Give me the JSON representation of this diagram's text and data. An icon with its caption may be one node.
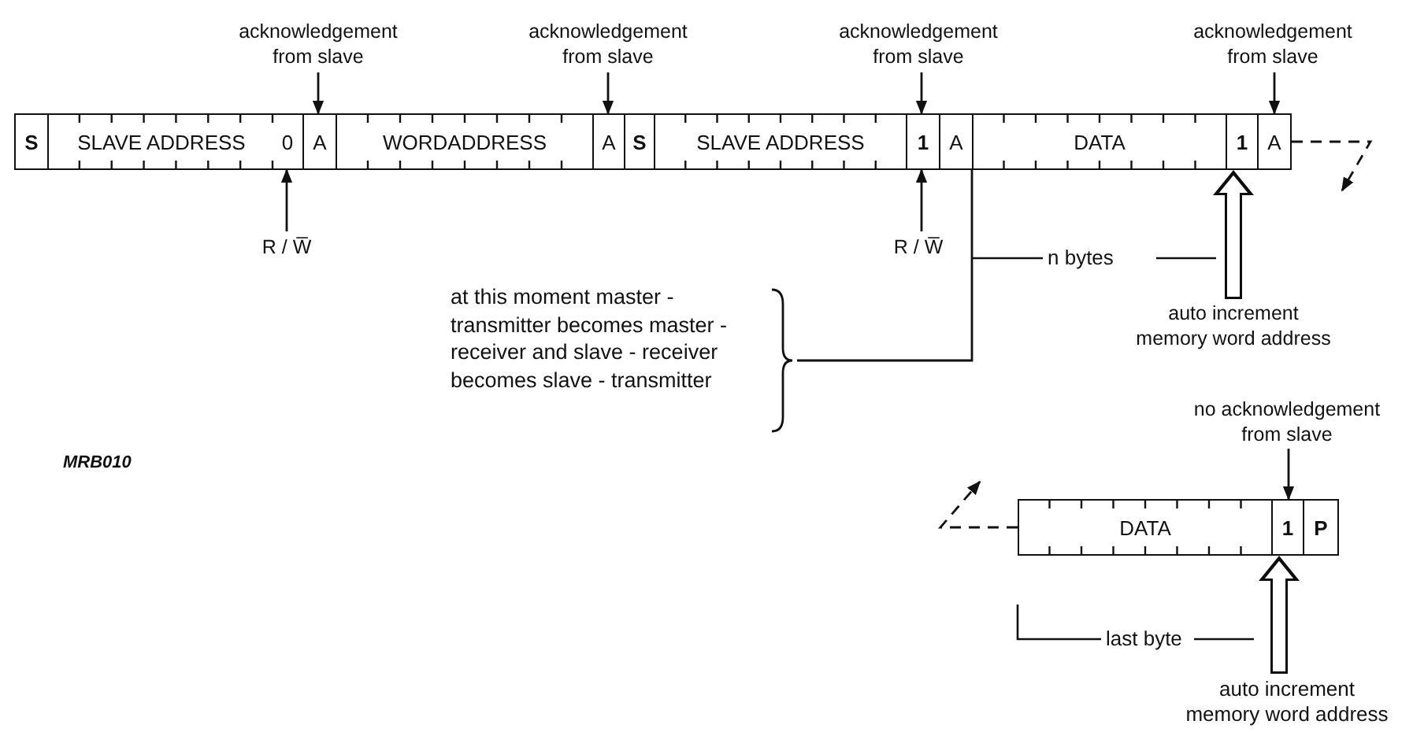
{
  "diagram": {
    "nodes": [
      {
        "text": [
          "acknowledgement from slave"
        ]
      },
      {
        "text": [
          "acknowledgement from slave"
        ]
      },
      {
        "text": [
          "acknowledgement from slave"
        ]
      },
      {
        "text": [
          "acknowledgement from slave"
        ]
      },
      {
        "text": [
          "S"
        ]
      },
      {
        "text": [
          "SLAVE ADDRESS"
        ]
      },
      {
        "text": [
          "0"
        ]
      },
      {
        "text": [
          "A"
        ]
      },
      {
        "text": [
          "WORDADDRESS"
        ]
      },
      {
        "text": [
          "A"
        ]
      },
      {
        "text": [
          "S"
        ]
      },
      {
        "text": [
          "SLAVE ADDRESS"
        ]
      },
      {
        "text": [
          "1"
        ]
      },
      {
        "text": [
          "A"
        ]
      },
      {
        "text": [
          "DATA"
        ]
      },
      {
        "text": [
          "1"
        ]
      },
      {
        "text": [
          "A"
        ]
      },
      {
        "text": [
          "R / W̅"
        ]
      },
      {
        "text": [
          "R / W̅"
        ]
      },
      {
        "text": [
          "auto increment memory word address"
        ]
      },
      {
        "text": [
          "at this moment master - transmitter becomes master - receiver and slave - receiver becomes slave - transmitter"
        ]
      },
      {
        "text": [
          "no acknowledgement from slave"
        ]
      },
      {
        "text": [
          "DATA"
        ]
      },
      {
        "text": [
          "1"
        ]
      },
      {
        "text": [
          "P"
        ]
      },
      {
        "text": [
          "auto increment memory word address"
        ]
      }
    ],
    "edges": [
      {
        "from": 0,
        "to": 7,
        "arrow": "to"
      },
      {
        "from": 1,
        "to": 9,
        "arrow": "to"
      },
      {
        "from": 2,
        "to": 12,
        "arrow": "to"
      },
      {
        "from": 3,
        "to": 16,
        "arrow": "to"
      },
      {
        "from": 17,
        "to": 6,
        "arrow": "to"
      },
      {
        "from": 18,
        "to": 12,
        "arrow": "to"
      },
      {
        "from": 19,
        "to": 15,
        "arrow": "to",
        "style": "thick"
      },
      {
        "from": 20,
        "to": 13,
        "arrow": "none"
      },
      {
        "from": 16,
        "to": null,
        "arrow": "to",
        "style": "dashed"
      },
      {
        "from": 21,
        "to": 23,
        "arrow": "to"
      },
      {
        "from": 25,
        "to": 23,
        "arrow": "to",
        "style": "thick"
      },
      {
        "from": 22,
        "to": null,
        "arrow": "to",
        "style": "dashed"
      }
    ],
    "labels": [
      "n bytes",
      "last byte",
      "MRB010"
    ]
  }
}
